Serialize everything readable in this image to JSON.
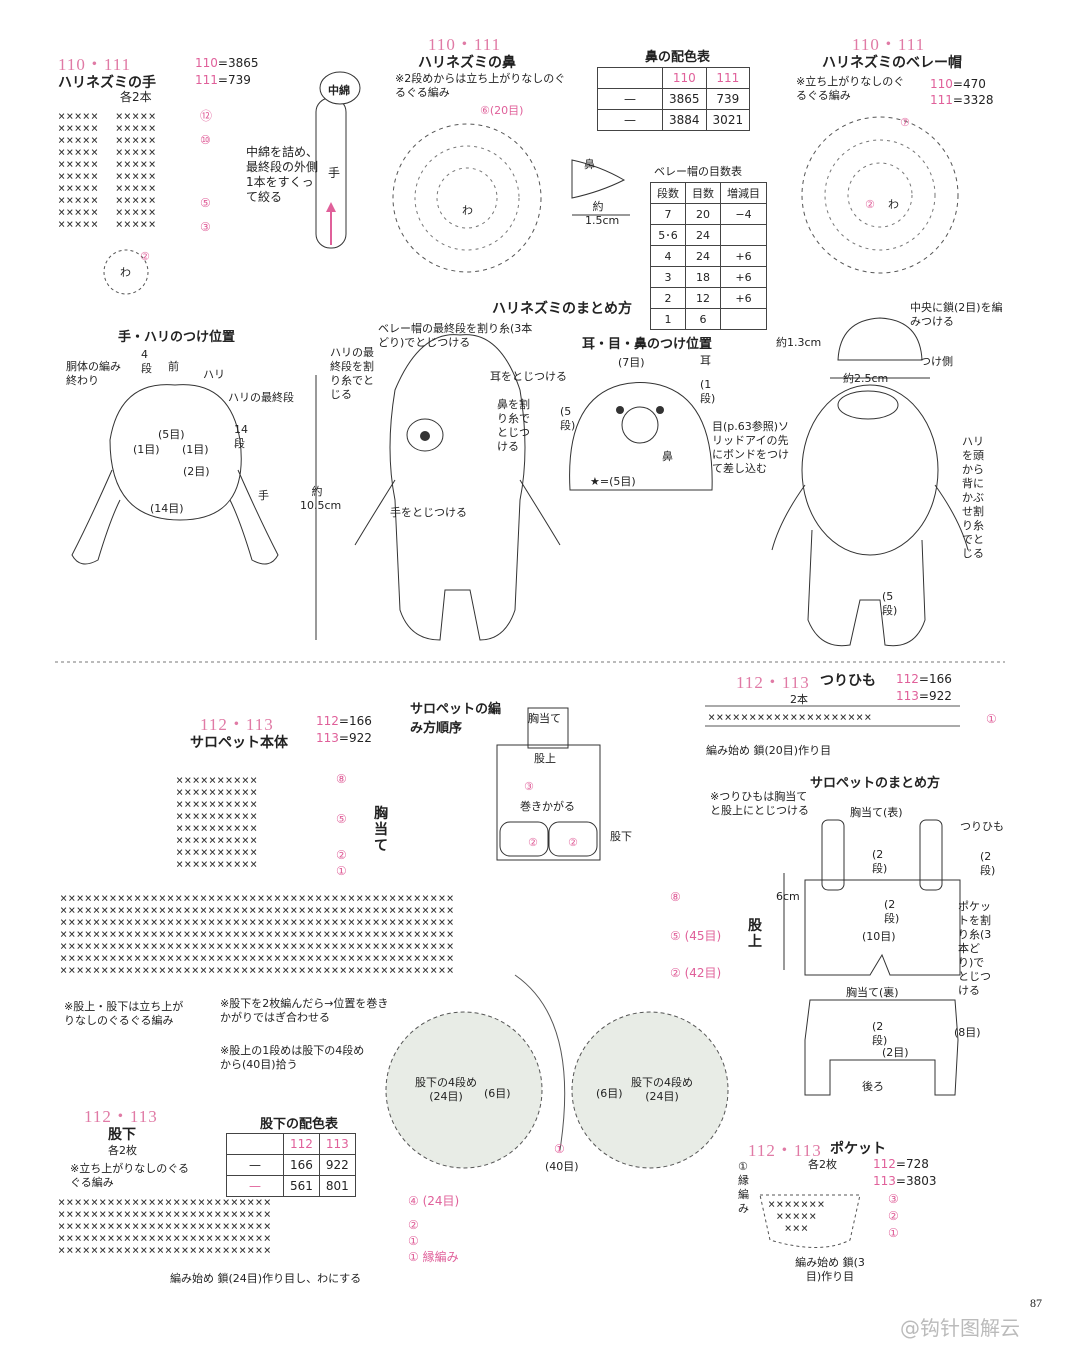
{
  "hand": {
    "nums": "110・111",
    "title": "ハリネズミの手",
    "count": "各2本",
    "c1_label": "110",
    "c1_val": "=3865",
    "c2_label": "111",
    "c2_val": "=739",
    "note": "中綿を詰め、最終段の外側1本をすくって絞る",
    "cotton": "中綿",
    "hand_label": "手",
    "rows": [
      "⑫",
      "⑩",
      "⑤",
      "③",
      "②"
    ],
    "wa": "わ"
  },
  "nose": {
    "nums": "110・111",
    "title": "ハリネズミの鼻",
    "note": "※2段めからは立ち上がりなしのぐるぐる編み",
    "row_marker": "⑥(20目)",
    "wa": "わ",
    "label": "鼻",
    "size": "約1.5cm"
  },
  "nose_color": {
    "title": "鼻の配色表",
    "head": [
      "110",
      "111"
    ],
    "rows": [
      [
        "3865",
        "739"
      ],
      [
        "3884",
        "3021"
      ]
    ]
  },
  "beret_table": {
    "title": "ベレー帽の目数表",
    "head": [
      "段数",
      "目数",
      "増減目"
    ],
    "rows": [
      [
        "7",
        "20",
        "−4"
      ],
      [
        "5･6",
        "24",
        ""
      ],
      [
        "4",
        "24",
        "+6"
      ],
      [
        "3",
        "18",
        "+6"
      ],
      [
        "2",
        "12",
        "+6"
      ],
      [
        "1",
        "6",
        ""
      ]
    ]
  },
  "beret": {
    "nums": "110・111",
    "title": "ハリネズミのベレー帽",
    "note": "※立ち上がりなしのぐるぐる編み",
    "c1_label": "110",
    "c1_val": "=470",
    "c2_label": "111",
    "c2_val": "=3328",
    "center_note": "中央に鎖(2目)を編みつける",
    "attach": "つけ側",
    "height": "約1.3cm",
    "width": "約2.5cm",
    "wa": "わ",
    "r7": "⑦",
    "r2": "②"
  },
  "assembly_title": "ハリネズミのまとめ方",
  "hand_pos": {
    "title": "手・ハリのつけ位置",
    "body_end": "胴体の編み終わり",
    "four": "4段",
    "front": "前",
    "hari": "ハリ",
    "hari_last": "ハリの最終段",
    "five": "(5目)",
    "one_l": "(1目)",
    "one_r": "(1目)",
    "fourteen_dan": "14段",
    "two": "(2目)",
    "fourteen": "(14目)",
    "hand": "手"
  },
  "main_fig": {
    "beret_note": "ベレー帽の最終段を割り糸(3本どり)でとじつける",
    "hari_note": "ハリの最終段を割り糸でとじる",
    "ear": "耳をとじつける",
    "nose": "鼻を割り糸でとじつける",
    "hand": "手をとじつける",
    "height": "約10.5cm"
  },
  "ear_pos": {
    "title": "耳・目・鼻のつけ位置",
    "seven": "(7目)",
    "ear": "耳",
    "one": "(1段)",
    "five": "(5段)",
    "eye": "目(p.63参照)ソリッドアイの先にボンドをつけて差し込む",
    "nose": "鼻",
    "star": "★=(5目)"
  },
  "back_fig": {
    "note": "ハリを頭から背にかぶせ割り糸でとじる",
    "five": "(5段)"
  },
  "salopette": {
    "nums": "112・113",
    "title": "サロペット本体",
    "c1_label": "112",
    "c1_val": "=166",
    "c2_label": "113",
    "c2_val": "=922",
    "chest": "胸当て",
    "crotch_top": "股上",
    "bib_rows": [
      "⑧",
      "⑤",
      "②",
      "①"
    ],
    "main_rows": [
      "⑧",
      "⑤ (45目)",
      "② (42目)"
    ],
    "note1": "※股上・股下は立ち上がりなしのぐるぐる編み",
    "note2": "※股下を2枚編んだら→位置を巻きかがりではぎ合わせる",
    "note3": "※股上の1段めは股下の4段めから(40目)拾う",
    "circle_l": "股下の4段め(24目)",
    "circle_r": "股下の4段め(24目)",
    "six_l": "(6目)",
    "six_r": "(6目)",
    "forty": "(40目)",
    "forty_marker": "①"
  },
  "order": {
    "title": "サロペットの編み方順序",
    "chest": "胸当て",
    "crotch_top": "股上",
    "three": "③",
    "wrap": "巻きかがる",
    "two_l": "②",
    "two_r": "②",
    "crotch": "股下"
  },
  "strap": {
    "nums": "112・113",
    "title": "つりひも",
    "count": "2本",
    "c1_label": "112",
    "c1_val": "=166",
    "c2_label": "113",
    "c2_val": "=922",
    "start": "編み始め 鎖(20目)作り目",
    "row": "①"
  },
  "sal_assembly": {
    "title": "サロペットのまとめ方",
    "note": "※つりひもは胸当てと股上にとじつける",
    "front": "胸当て(表)",
    "strap": "つりひも",
    "two_a": "(2段)",
    "two_b": "(2段)",
    "two_c": "(2段)",
    "ten": "(10目)",
    "pocket": "ポケットを割り糸(3本どり)でとじつける",
    "height": "6cm",
    "back_title": "胸当て(裏)",
    "back_two": "(2段)",
    "back_two_me": "(2目)",
    "eight": "(8目)",
    "ushiro": "後ろ"
  },
  "crotch": {
    "nums": "112・113",
    "title": "股下",
    "count": "各2枚",
    "note": "※立ち上がりなしのぐるぐる編み",
    "rows": [
      "④ (24目)",
      "②",
      "①",
      "① 縁編み"
    ],
    "start": "編み始め 鎖(24目)作り目し、わにする"
  },
  "crotch_color": {
    "title": "股下の配色表",
    "head": [
      "112",
      "113"
    ],
    "rows": [
      [
        "166",
        "922"
      ],
      [
        "561",
        "801"
      ]
    ]
  },
  "pocket": {
    "nums": "112・113",
    "title": "ポケット",
    "count": "各2枚",
    "c1_label": "112",
    "c1_val": "=728",
    "c2_label": "113",
    "c2_val": "=3803",
    "edge": "①縁編み",
    "rows": [
      "③",
      "②",
      "①"
    ],
    "start": "編み始め 鎖(3目)作り目"
  },
  "page_number": "87",
  "watermark": "@钩针图解云",
  "colors": {
    "accent": "#e0609a",
    "ink": "#222222"
  }
}
